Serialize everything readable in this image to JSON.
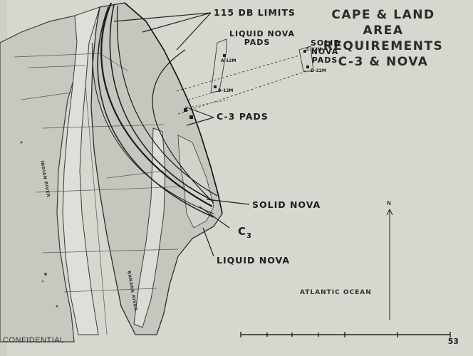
{
  "title": {
    "line1": "CAPE & LAND AREA",
    "line2": "REQUIREMENTS",
    "line3": "C-3 & NOVA"
  },
  "labels": {
    "db_limits": "115 DB LIMITS",
    "liquid_nova_pads_line1": "LIQUID NOVA",
    "liquid_nova_pads_line2": "PADS",
    "solid_nova_pads_line1": "SOLID",
    "solid_nova_pads_line2": "NOVA",
    "solid_nova_pads_line3": "PADS",
    "c3_pads": "C-3 PADS",
    "solid_nova": "SOLID NOVA",
    "c3": "C",
    "c3_sub": "3",
    "liquid_nova": "LIQUID NOVA",
    "atlantic_ocean": "ATLANTIC OCEAN",
    "indian_river": "INDIAN RIVER",
    "banana_river": "BANANA RIVER",
    "north": "N",
    "pad_a": "A-12M",
    "pad_b": "B-12M",
    "pad_c": "C-22M",
    "pad_d": "D-22M"
  },
  "footer": {
    "confidential": "CONFIDENTIAL",
    "page_number": "53"
  },
  "colors": {
    "paper": "#d7d7d0",
    "ink": "#1d1d1d",
    "land": "#c9c9c2",
    "water": "#dcdcd6"
  }
}
